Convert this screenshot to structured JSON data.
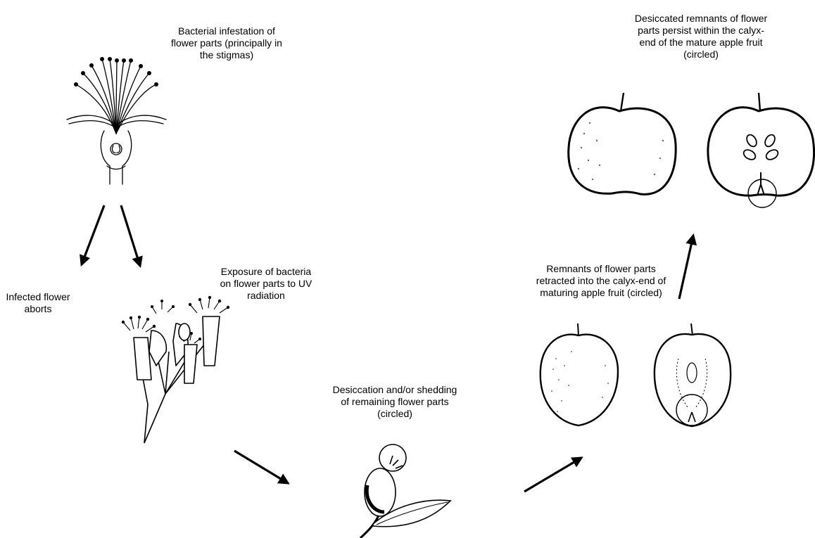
{
  "captions": {
    "infestation": [
      "Bacterial infestation of",
      "flower parts (principally in",
      "the stigmas)"
    ],
    "aborts": [
      "Infected flower",
      "aborts"
    ],
    "uv_exposure": [
      "Exposure of bacteria",
      "on flower parts to UV",
      "radiation"
    ],
    "desiccation": [
      "Desiccation and/or shedding",
      "of remaining flower parts",
      "(circled)"
    ],
    "retracted": [
      "Remnants of flower parts",
      "retracted into the calyx-end of",
      "maturing apple fruit (circled)"
    ],
    "persist": [
      "Desiccated remnants of flower",
      "parts persist within the calyx-",
      "end of the mature apple fruit",
      "(circled)"
    ]
  },
  "colors": {
    "ink": "#000000",
    "paper": "#ffffff"
  },
  "illustrations": [
    "flower-cross-section",
    "infected-flower-cluster",
    "flower-with-desiccated-parts",
    "young-apple-exterior",
    "young-apple-cross-section",
    "mature-apple-exterior",
    "mature-apple-cross-section"
  ]
}
